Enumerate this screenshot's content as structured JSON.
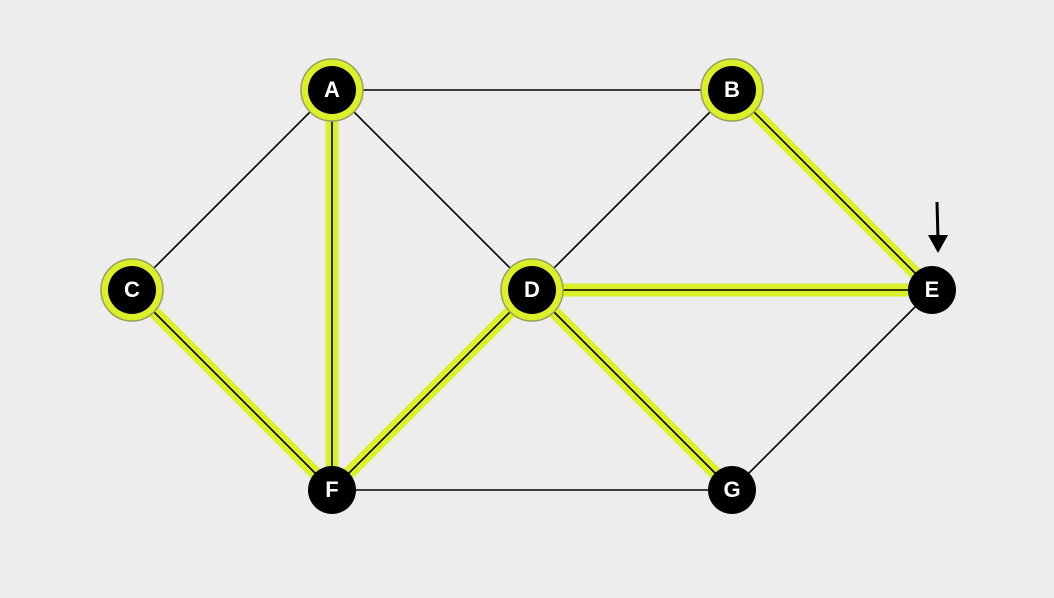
{
  "graph": {
    "background": "#ededed",
    "highlight_color": "#dcf02a",
    "node_color": "#000000",
    "label_color": "#ffffff",
    "nodes": [
      {
        "id": "A",
        "label": "A",
        "highlighted": true
      },
      {
        "id": "B",
        "label": "B",
        "highlighted": true
      },
      {
        "id": "C",
        "label": "C",
        "highlighted": true
      },
      {
        "id": "D",
        "label": "D",
        "highlighted": true
      },
      {
        "id": "E",
        "label": "E",
        "highlighted": false
      },
      {
        "id": "F",
        "label": "F",
        "highlighted": false
      },
      {
        "id": "G",
        "label": "G",
        "highlighted": false
      }
    ],
    "edges": [
      {
        "from": "A",
        "to": "B",
        "highlighted": false
      },
      {
        "from": "A",
        "to": "C",
        "highlighted": false
      },
      {
        "from": "A",
        "to": "D",
        "highlighted": false
      },
      {
        "from": "A",
        "to": "F",
        "highlighted": true
      },
      {
        "from": "B",
        "to": "D",
        "highlighted": false
      },
      {
        "from": "B",
        "to": "E",
        "highlighted": true
      },
      {
        "from": "C",
        "to": "F",
        "highlighted": true
      },
      {
        "from": "D",
        "to": "E",
        "highlighted": true
      },
      {
        "from": "D",
        "to": "F",
        "highlighted": true
      },
      {
        "from": "D",
        "to": "G",
        "highlighted": true
      },
      {
        "from": "E",
        "to": "G",
        "highlighted": false
      },
      {
        "from": "F",
        "to": "G",
        "highlighted": false
      }
    ],
    "marker": {
      "target": "E",
      "icon": "down-arrow-icon"
    }
  }
}
